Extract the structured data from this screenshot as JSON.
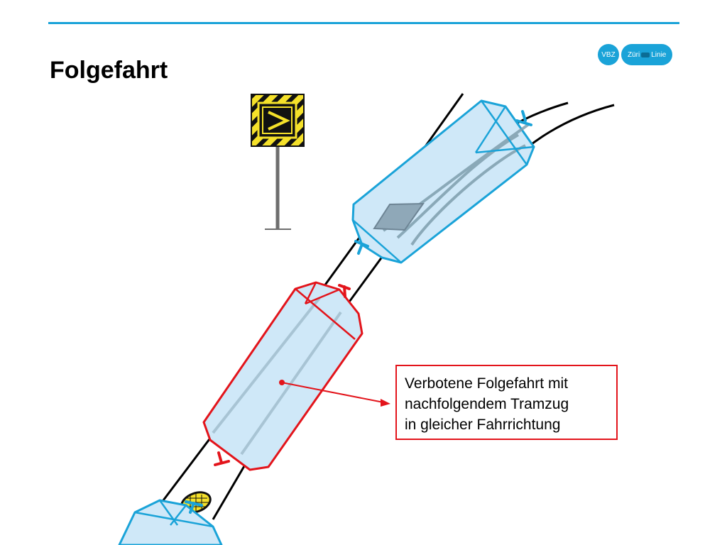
{
  "header": {
    "title": "Folgefahrt"
  },
  "logo": {
    "left": "VBZ",
    "right_a": "Züri",
    "right_b": "Linie"
  },
  "callout": {
    "lines": [
      "Verbotene Folgefahrt mit",
      "nachfolgendem Tramzug",
      "in gleicher Fahrrichtung"
    ]
  },
  "colors": {
    "accent": "#1aa3d8",
    "tram_allowed": "#1aa3d8",
    "tram_forbidden": "#e3141b",
    "tram_fill": "#cfe8f8",
    "sign_yellow": "#f5e12a"
  },
  "icons": {
    "sign": "stop-signal-sign",
    "arrow": "chevron-right-icon"
  }
}
